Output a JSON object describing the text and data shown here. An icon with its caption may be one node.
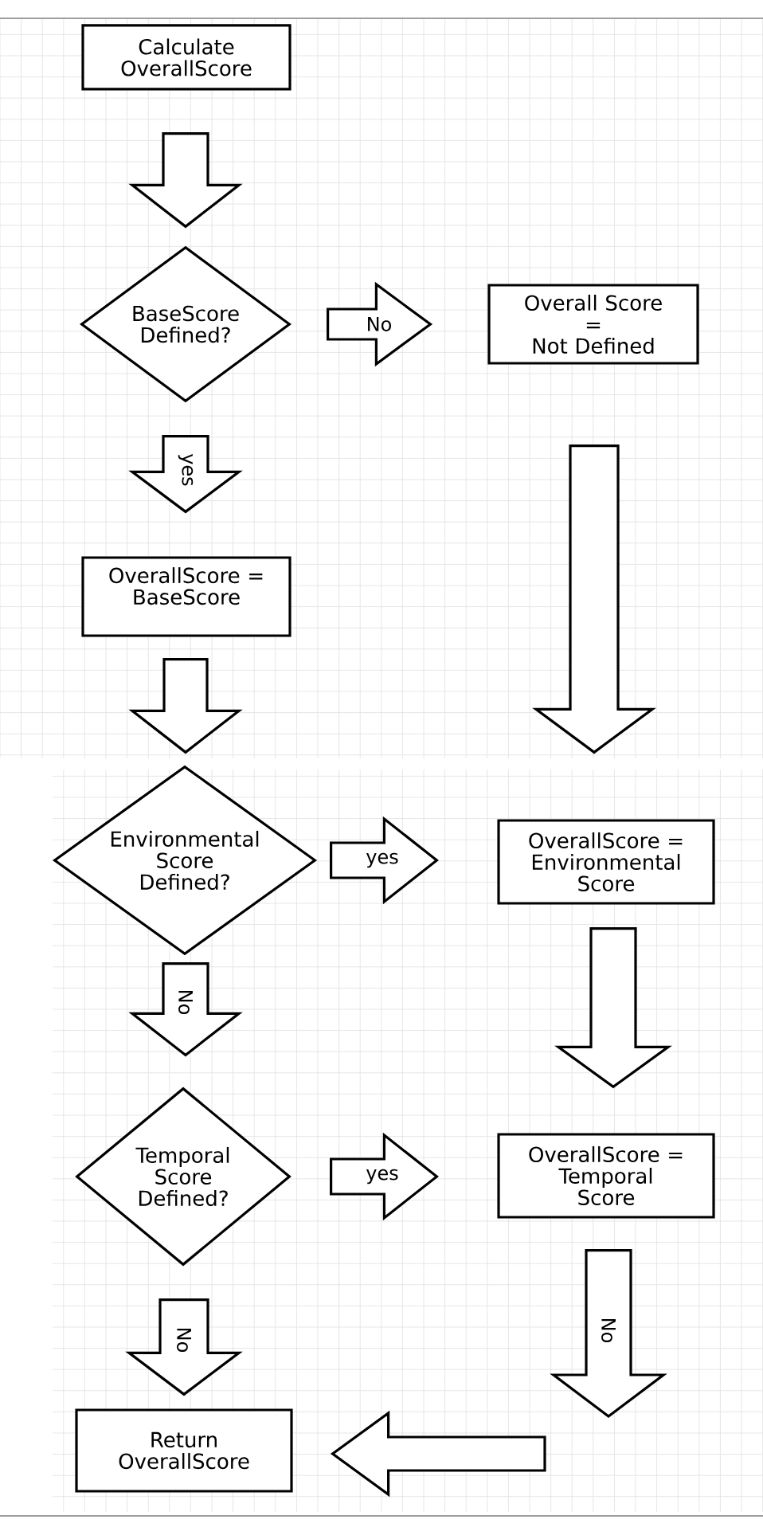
{
  "diagram": {
    "nodes": [
      {
        "text": [
          "Calculate OverallScore"
        ]
      },
      {
        "text": [
          "BaseScore Defined?"
        ]
      },
      {
        "text": [
          "Overall Score = Not Defined"
        ]
      },
      {
        "text": [
          "OverallScore = BaseScore"
        ]
      },
      {
        "text": [
          "Environmental Score Defined?"
        ]
      },
      {
        "text": [
          "OverallScore = Environmental Score"
        ]
      },
      {
        "text": [
          "Temporal Score Defined?"
        ]
      },
      {
        "text": [
          "OverallScore = Temporal Score"
        ]
      },
      {
        "text": [
          "Return OverallScore"
        ]
      }
    ],
    "edges": [
      {
        "from": 0,
        "to": 1,
        "arrow": "to"
      },
      {
        "from": 1,
        "to": 2,
        "arrow": "to",
        "label": "No"
      },
      {
        "from": 1,
        "to": 3,
        "arrow": "to",
        "label": "yes"
      },
      {
        "from": 2,
        "to": 5,
        "arrow": "to"
      },
      {
        "from": 3,
        "to": 4,
        "arrow": "to"
      },
      {
        "from": 4,
        "to": 5,
        "arrow": "to",
        "label": "yes"
      },
      {
        "from": 4,
        "to": 6,
        "arrow": "to",
        "label": "No"
      },
      {
        "from": 5,
        "to": 7,
        "arrow": "to"
      },
      {
        "from": 6,
        "to": 7,
        "arrow": "to",
        "label": "yes"
      },
      {
        "from": 6,
        "to": 8,
        "arrow": "to",
        "label": "No"
      },
      {
        "from": 7,
        "to": null,
        "arrow": "to",
        "label": "No"
      },
      {
        "from": null,
        "to": 8,
        "arrow": "to"
      }
    ]
  }
}
